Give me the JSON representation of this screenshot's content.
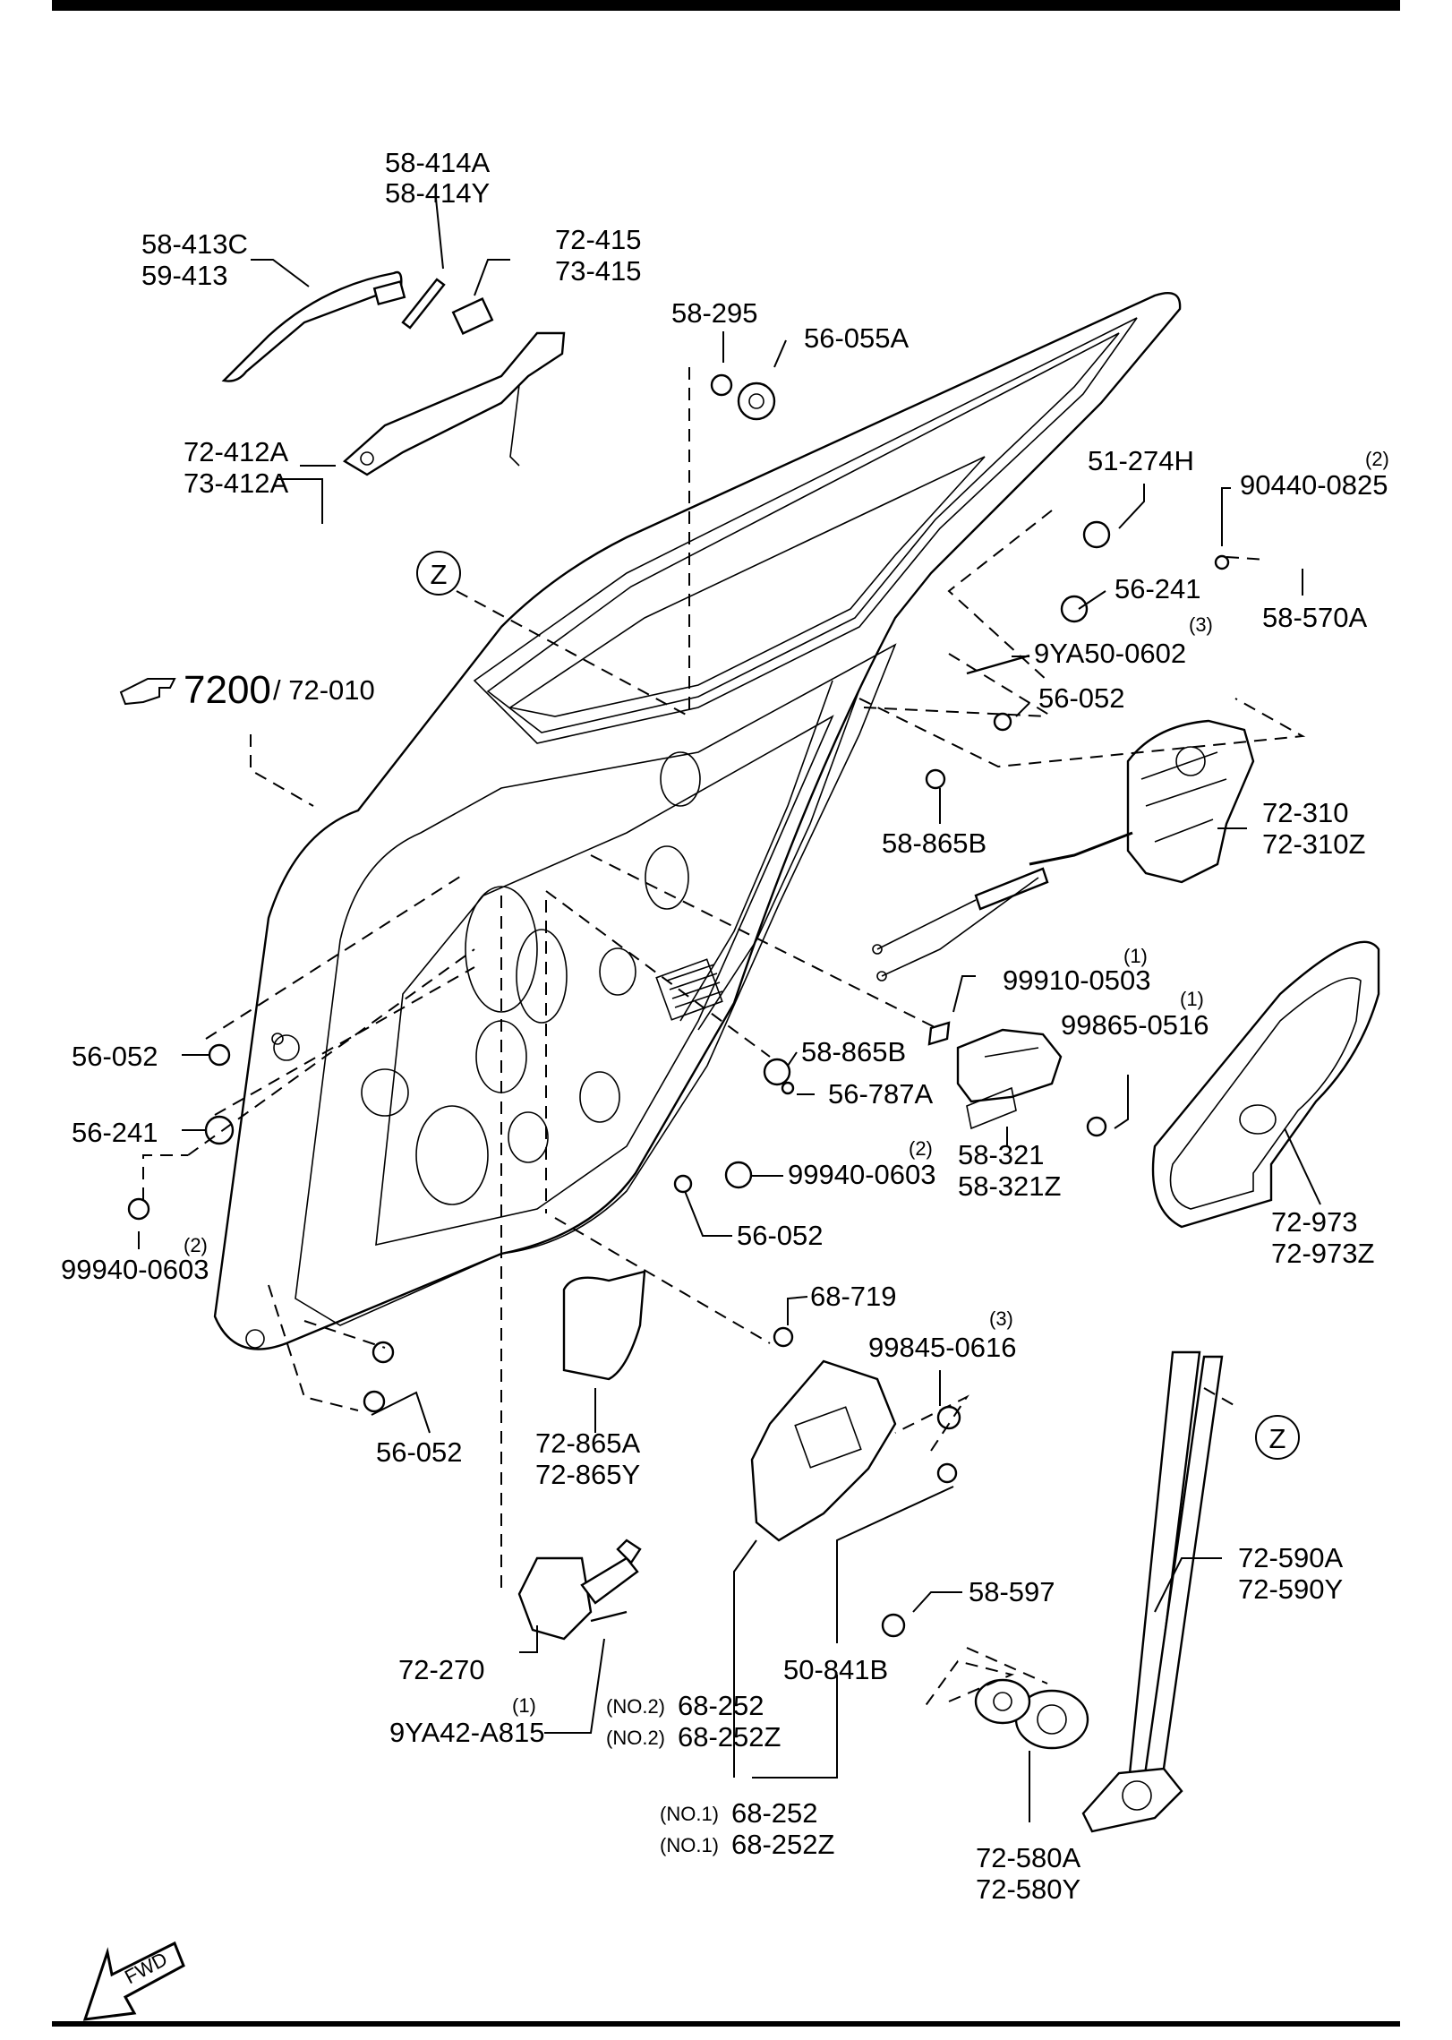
{
  "diagram": {
    "main_ref": {
      "ref": "7200",
      "sub": "/ 72-010"
    },
    "view_marker": "Z",
    "direction_marker": "FWD",
    "labels": {
      "l_58_414a": "58-414A",
      "l_58_414y": "58-414Y",
      "l_58_413c": "58-413C",
      "l_59_413": "59-413",
      "l_72_415": "72-415",
      "l_73_415": "73-415",
      "l_58_295": "58-295",
      "l_56_055a": "56-055A",
      "l_72_412a": "72-412A",
      "l_73_412a": "73-412A",
      "l_51_274h": "51-274H",
      "l_90440_q": "(2)",
      "l_90440": "90440-0825",
      "l_56_241_r": "56-241",
      "l_58_570a": "58-570A",
      "l_9ya50_q": "(3)",
      "l_9ya50": "9YA50-0602",
      "l_56_052_r": "56-052",
      "l_72_310": "72-310",
      "l_72_310z": "72-310Z",
      "l_58_865b_u": "58-865B",
      "l_99910_q": "(1)",
      "l_99910": "99910-0503",
      "l_99865_q": "(1)",
      "l_99865": "99865-0516",
      "l_58_865b_m": "58-865B",
      "l_56_787a": "56-787A",
      "l_56_052_l": "56-052",
      "l_56_241_l": "56-241",
      "l_99940_l": "99940-0603",
      "l_99940_lq": "(2)",
      "l_99940_mq": "(2)",
      "l_99940_m": "99940-0603",
      "l_58_321": "58-321",
      "l_58_321z": "58-321Z",
      "l_56_052_m": "56-052",
      "l_72_973": "72-973",
      "l_72_973z": "72-973Z",
      "l_68_719": "68-719",
      "l_99845_q": "(3)",
      "l_99845": "99845-0616",
      "l_56_052_b": "56-052",
      "l_72_865a": "72-865A",
      "l_72_865y": "72-865Y",
      "l_72_590a": "72-590A",
      "l_72_590y": "72-590Y",
      "l_58_597": "58-597",
      "l_72_270": "72-270",
      "l_50_841b": "50-841B",
      "l_9ya42_q": "(1)",
      "l_9ya42": "9YA42-A815",
      "l_68_252_n2_q": "(NO.2)",
      "l_68_252_n2": "68-252",
      "l_68_252z_n2_q": "(NO.2)",
      "l_68_252z_n2": "68-252Z",
      "l_68_252_n1_q": "(NO.1)",
      "l_68_252_n1": "68-252",
      "l_68_252z_n1_q": "(NO.1)",
      "l_68_252z_n1": "68-252Z",
      "l_72_580a": "72-580A",
      "l_72_580y": "72-580Y"
    }
  }
}
